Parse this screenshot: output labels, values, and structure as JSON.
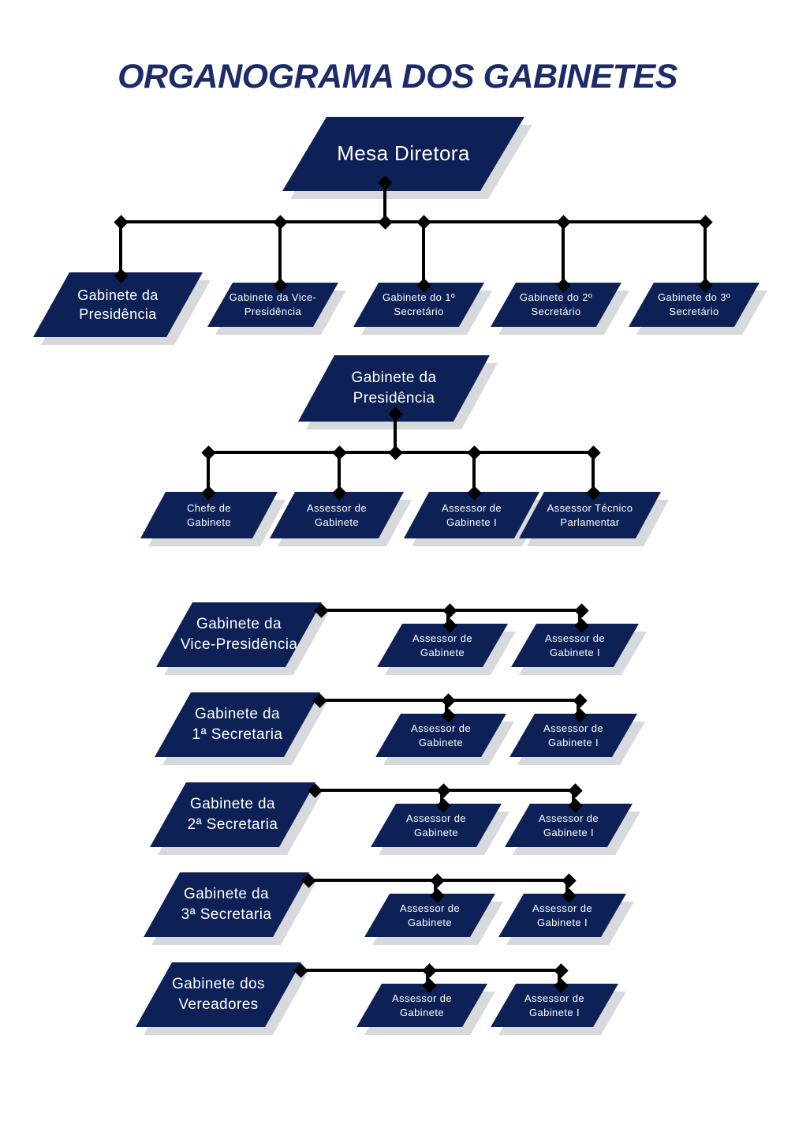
{
  "title": "ORGANOGRAMA DOS GABINETES",
  "colors": {
    "node_fill": "#0d2156",
    "node_text": "#ffffff",
    "shadow": "#d8d9dc",
    "connector": "#000000",
    "title_text": "#1c2b69"
  },
  "org": {
    "root": {
      "label": "Mesa Diretora"
    },
    "level1": [
      {
        "line1": "Gabinete da",
        "line2": "Presidência"
      },
      {
        "line1": "Gabinete da Vice-",
        "line2": "Presidência"
      },
      {
        "line1": "Gabinete do 1º",
        "line2": "Secretário"
      },
      {
        "line1": "Gabinete do 2º",
        "line2": "Secretário"
      },
      {
        "line1": "Gabinete do 3º",
        "line2": "Secretário"
      }
    ],
    "presidencia": {
      "head": {
        "line1": "Gabinete da",
        "line2": "Presidência"
      },
      "children": [
        {
          "line1": "Chefe de",
          "line2": "Gabinete"
        },
        {
          "line1": "Assessor de",
          "line2": "Gabinete"
        },
        {
          "line1": "Assessor de",
          "line2": "Gabinete I"
        },
        {
          "line1": "Assessor Técnico",
          "line2": "Parlamentar"
        }
      ]
    },
    "sections": [
      {
        "head": {
          "line1": "Gabinete da",
          "line2": "Vice-Presidência"
        },
        "children": [
          {
            "line1": "Assessor de",
            "line2": "Gabinete"
          },
          {
            "line1": "Assessor de",
            "line2": "Gabinete I"
          }
        ]
      },
      {
        "head": {
          "line1": "Gabinete da",
          "line2": "1ª Secretaria"
        },
        "children": [
          {
            "line1": "Assessor de",
            "line2": "Gabinete"
          },
          {
            "line1": "Assessor de",
            "line2": "Gabinete I"
          }
        ]
      },
      {
        "head": {
          "line1": "Gabinete da",
          "line2": "2ª Secretaria"
        },
        "children": [
          {
            "line1": "Assessor de",
            "line2": "Gabinete"
          },
          {
            "line1": "Assessor de",
            "line2": "Gabinete I"
          }
        ]
      },
      {
        "head": {
          "line1": "Gabinete da",
          "line2": "3ª Secretaria"
        },
        "children": [
          {
            "line1": "Assessor de",
            "line2": "Gabinete"
          },
          {
            "line1": "Assessor de",
            "line2": "Gabinete I"
          }
        ]
      },
      {
        "head": {
          "line1": "Gabinete dos",
          "line2": "Vereadores"
        },
        "children": [
          {
            "line1": "Assessor de",
            "line2": "Gabinete"
          },
          {
            "line1": "Assessor de",
            "line2": "Gabinete I"
          }
        ]
      }
    ]
  }
}
